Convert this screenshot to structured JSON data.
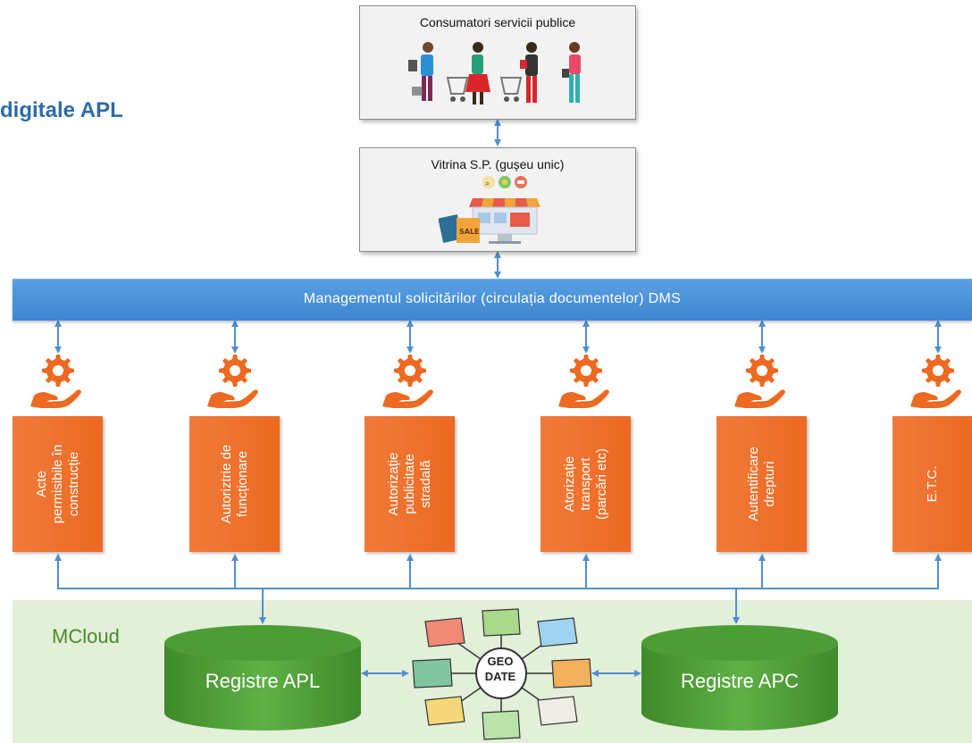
{
  "title": "digitale APL",
  "consumers": {
    "label": "Consumatori servicii publice"
  },
  "storefront": {
    "label": "Vitrina S.P. (gușeu unic)",
    "sale_tag": "SALE"
  },
  "dms": {
    "label": "Managementul solicitărilor (circulația documentelor) DMS"
  },
  "services": [
    {
      "label": "Acte\npermisibile în\nconstrucție"
    },
    {
      "label": "Autoriztrie de\nfuncționare"
    },
    {
      "label": "Autorizație\npublicitate\nstradală"
    },
    {
      "label": "Atorizație\ntransport\n(parcări etc)"
    },
    {
      "label": "Autentificare\ndrepturi"
    },
    {
      "label": "E.T.C."
    }
  ],
  "cloud": {
    "label": "MCloud"
  },
  "registers": {
    "apl": "Registre APL",
    "apc": "Registre APC"
  },
  "geo": {
    "label": "GEO\nDATE"
  },
  "colors": {
    "title": "#2e6ca4",
    "dms_bar": "#3d85cf",
    "service": "#ec6a22",
    "cloud_bg": "#e2efd9",
    "cylinder": "#5aa740",
    "arrow": "#4f8fd0"
  }
}
